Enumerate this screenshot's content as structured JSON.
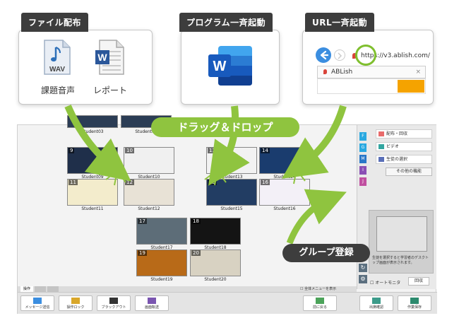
{
  "features": {
    "file_distribution": {
      "title": "ファイル配布",
      "wav_icon_text": "WAV",
      "word_icon_text": "W",
      "wav_label": "課題音声",
      "word_label": "レポート"
    },
    "program_launch": {
      "title": "プログラム一斉起動",
      "word_logo_text": "W"
    },
    "url_launch": {
      "title": "URL一斉起動",
      "url": "https://v3.ablish.com/",
      "tab_title": "ABLish",
      "close_glyph": "×"
    }
  },
  "overlays": {
    "drag_drop": "ドラッグ＆ドロップ",
    "group_register": "グループ登録"
  },
  "screen": {
    "students_top": [
      "Student03",
      "Student04"
    ],
    "students": [
      {
        "num": "9",
        "label": "Student09"
      },
      {
        "num": "10",
        "label": "Student10"
      },
      {
        "num": "13",
        "label": "Student13"
      },
      {
        "num": "14",
        "label": "Student14"
      },
      {
        "num": "11",
        "label": "Student11"
      },
      {
        "num": "12",
        "label": "Student12"
      },
      {
        "num": "15",
        "label": "Student15"
      },
      {
        "num": "16",
        "label": "Student16"
      },
      {
        "num": "17",
        "label": "Student17"
      },
      {
        "num": "18",
        "label": "Student18"
      },
      {
        "num": "19",
        "label": "Student19"
      },
      {
        "num": "20",
        "label": "Student20"
      }
    ],
    "right_tabs": [
      "F",
      "G",
      "M",
      "I",
      "J"
    ],
    "right_buttons": [
      "配布・回収",
      "ビデオ",
      "生徒の選択"
    ],
    "right_other": "その他の機能",
    "right_button_extra": "回収",
    "group_hint": "生徒を選択すると学習者のデスクトップ画面が表示されます。",
    "auto_label": "オートモニタ",
    "bottom_tabs": [
      "操作",
      "",
      ""
    ],
    "bottom_hint": "全体メニューを表示",
    "bottom_buttons": [
      "メッセージ送信",
      "操作ロック",
      "ブラックアウト",
      "画面転送",
      "前に戻る",
      "出席確認",
      "作業保存"
    ]
  }
}
